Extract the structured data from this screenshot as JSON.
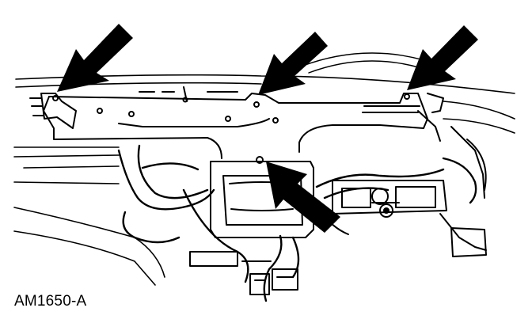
{
  "figure": {
    "id_label": "AM1650-A",
    "subject": "instrument-panel-support-assembly",
    "callouts": [
      {
        "name": "callout-arrow-left",
        "direction": "down-left"
      },
      {
        "name": "callout-arrow-center-top",
        "direction": "down-left"
      },
      {
        "name": "callout-arrow-right",
        "direction": "down-left"
      },
      {
        "name": "callout-arrow-center-bottom",
        "direction": "up-left"
      }
    ],
    "colors": {
      "ink": "#000000",
      "paper": "#ffffff"
    }
  }
}
